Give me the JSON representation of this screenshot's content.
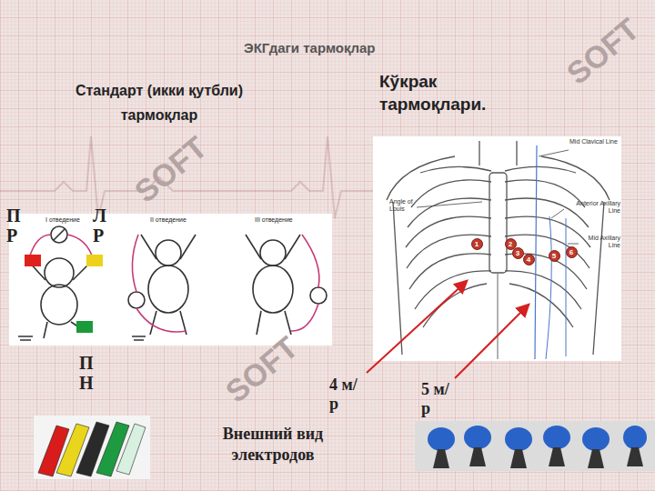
{
  "diagram": {
    "title": "ЭКГдаги тармоқлар",
    "nodes": [
      {
        "text": [
          "1"
        ]
      },
      {
        "text": [
          "2"
        ]
      },
      {
        "text": [
          "3"
        ]
      },
      {
        "text": [
          "4"
        ]
      },
      {
        "text": [
          "5"
        ]
      },
      {
        "text": [
          "6"
        ]
      }
    ],
    "labels": [
      "Стандарт (икки қутбли) тармоқлар",
      "Кўкрак тармоқлари.",
      "П Р",
      "Л Р",
      "I отведение",
      "II отведение",
      "III отведение",
      "П Н",
      "Mid Clavical Line",
      "Angle of Louis",
      "Anterior Axillary Line",
      "Mid Axillary Line",
      "4 м/р",
      "5 м/р",
      "Внешний вид электродов",
      "SOFT",
      "SOFT",
      "SOFT"
    ]
  }
}
